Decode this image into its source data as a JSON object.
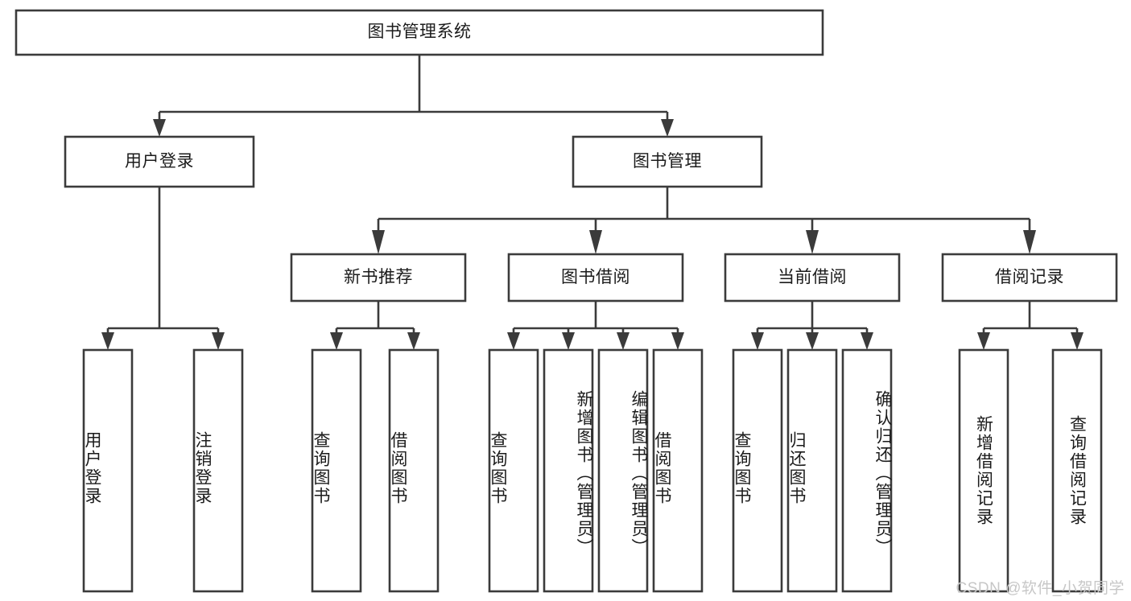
{
  "diagram": {
    "title": "图书管理系统",
    "type": "tree-hierarchy-chart",
    "root": {
      "label": "图书管理系统",
      "id": "root-system"
    },
    "level2": [
      {
        "id": "user-login",
        "label": "用户登录"
      },
      {
        "id": "book-management",
        "label": "图书管理"
      }
    ],
    "level3": [
      {
        "id": "new-book-recommend",
        "label": "新书推荐",
        "parent": "book-management"
      },
      {
        "id": "book-borrow",
        "label": "图书借阅",
        "parent": "book-management"
      },
      {
        "id": "current-borrow",
        "label": "当前借阅",
        "parent": "book-management"
      },
      {
        "id": "borrow-record",
        "label": "借阅记录",
        "parent": "book-management"
      }
    ],
    "leaves": [
      {
        "id": "leaf-user-login",
        "label": "用户登录",
        "parent": "user-login"
      },
      {
        "id": "leaf-logout",
        "label": "注销登录",
        "parent": "user-login"
      },
      {
        "id": "leaf-query-book-1",
        "label": "查询图书",
        "parent": "new-book-recommend"
      },
      {
        "id": "leaf-borrow-book-1",
        "label": "借阅图书",
        "parent": "new-book-recommend"
      },
      {
        "id": "leaf-query-book-2",
        "label": "查询图书",
        "parent": "book-borrow"
      },
      {
        "id": "leaf-add-book",
        "label": "新增图书（管理员）",
        "parent": "book-borrow"
      },
      {
        "id": "leaf-edit-book",
        "label": "编辑图书（管理员）",
        "parent": "book-borrow"
      },
      {
        "id": "leaf-borrow-book-2",
        "label": "借阅图书",
        "parent": "book-borrow"
      },
      {
        "id": "leaf-query-book-3",
        "label": "查询图书",
        "parent": "current-borrow"
      },
      {
        "id": "leaf-return-book",
        "label": "归还图书",
        "parent": "current-borrow"
      },
      {
        "id": "leaf-confirm-return",
        "label": "确认归还（管理员）",
        "parent": "current-borrow"
      },
      {
        "id": "leaf-add-record",
        "label": "新增借阅记录",
        "parent": "borrow-record"
      },
      {
        "id": "leaf-query-record",
        "label": "查询借阅记录",
        "parent": "borrow-record"
      }
    ]
  },
  "watermark": {
    "text": "CSDN @软件_小贺同学"
  },
  "colors": {
    "stroke": "#3b3b3b",
    "box_fill": "#ffffff",
    "text": "#1b1b1b",
    "watermark": "#c7c7c7",
    "background": "#ffffff"
  }
}
